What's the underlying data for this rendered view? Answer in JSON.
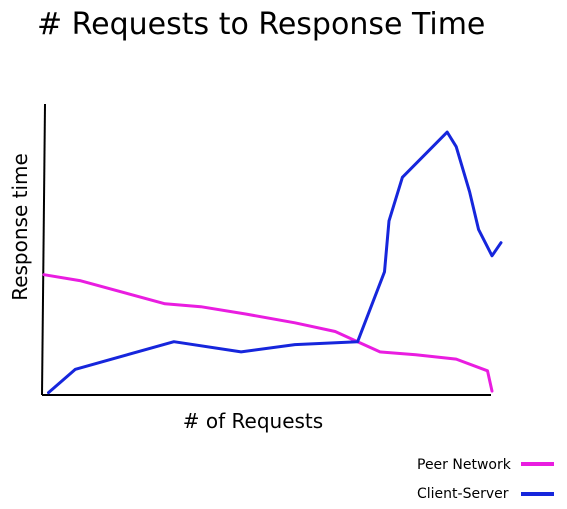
{
  "chart_data": {
    "type": "line",
    "title": "# Requests to Response Time",
    "xlabel": "# of Requests",
    "ylabel": "Response time",
    "xlim": [
      0,
      100
    ],
    "ylim": [
      0,
      100
    ],
    "grid": false,
    "legend_position": "bottom-right",
    "series": [
      {
        "name": "Peer Network",
        "color": "#e91de0",
        "x": [
          0,
          8,
          27,
          35,
          45,
          56,
          65,
          70,
          75,
          83,
          92,
          99,
          100
        ],
        "y": [
          41.5,
          39.5,
          31.5,
          30.5,
          28,
          25,
          22,
          18.5,
          15,
          14,
          12.5,
          8.5,
          1.5
        ]
      },
      {
        "name": "Client-Server",
        "color": "#1626dc",
        "x": [
          1,
          7,
          29,
          44,
          56,
          70,
          76,
          77,
          80,
          90,
          92,
          95,
          97,
          100,
          102
        ],
        "y": [
          1,
          9,
          18.5,
          15,
          17.5,
          18.5,
          42.5,
          60,
          75,
          90.5,
          85.5,
          70,
          57,
          48,
          52.5
        ]
      }
    ]
  }
}
